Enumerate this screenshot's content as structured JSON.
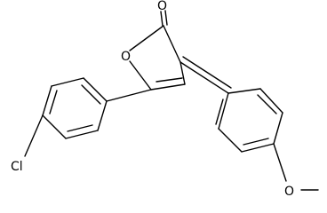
{
  "molecule": {
    "atoms": {
      "ring_oxygen": "O",
      "carbonyl_oxygen": "O",
      "chlorine": "Cl",
      "methoxy_oxygen": "O"
    }
  }
}
